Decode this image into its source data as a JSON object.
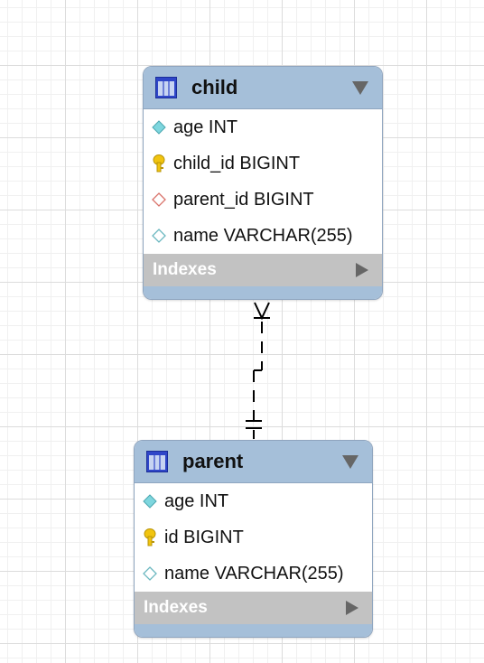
{
  "tables": {
    "child": {
      "name": "child",
      "columns": [
        {
          "label": "age INT",
          "icon": "diamond-cyan-icon"
        },
        {
          "label": "child_id BIGINT",
          "icon": "primary-key-icon"
        },
        {
          "label": "parent_id BIGINT",
          "icon": "foreign-key-diamond-icon"
        },
        {
          "label": "name VARCHAR(255)",
          "icon": "diamond-outline-icon"
        }
      ],
      "indexes_label": "Indexes"
    },
    "parent": {
      "name": "parent",
      "columns": [
        {
          "label": "age INT",
          "icon": "diamond-cyan-icon"
        },
        {
          "label": "id BIGINT",
          "icon": "primary-key-icon"
        },
        {
          "label": "name VARCHAR(255)",
          "icon": "diamond-outline-icon"
        }
      ],
      "indexes_label": "Indexes"
    }
  },
  "relationship": {
    "from": "child",
    "to": "parent",
    "from_cardinality": "many",
    "to_cardinality": "one"
  },
  "colors": {
    "header": "#a5bfd9",
    "indexes_bar": "#c2c2c2",
    "key": "#f1c40f",
    "diamond_cyan": "#7ed6de",
    "diamond_fk": "#d9736b"
  }
}
